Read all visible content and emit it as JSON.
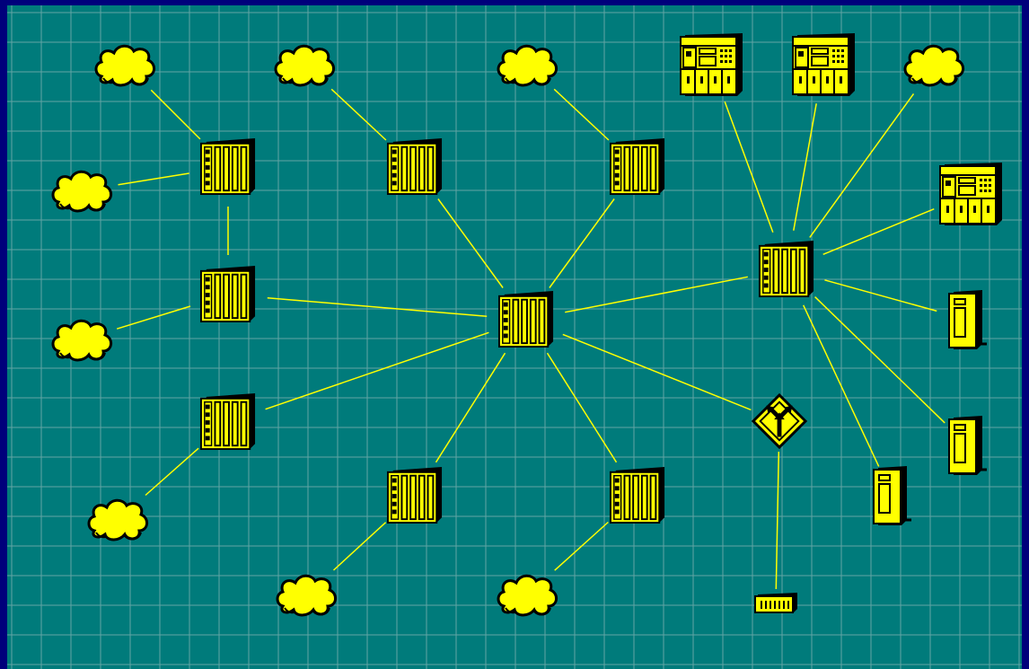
{
  "colors": {
    "frame": "#00007b",
    "background": "#007b7b",
    "grid": "#63a5a5",
    "link": "#ffff00",
    "icon_fill": "#ffff00",
    "icon_outline": "#000000"
  },
  "legend_icons": {
    "cloud": "cloud-network-icon",
    "hub": "hub-chassis-icon",
    "mainframe": "mainframe-cabinet-icon",
    "tower": "tower-server-icon",
    "router": "router-diamond-icon",
    "terminal": "small-terminal-icon"
  },
  "nodes": [
    {
      "id": "cloud-1",
      "type": "cloud"
    },
    {
      "id": "cloud-2",
      "type": "cloud"
    },
    {
      "id": "cloud-3",
      "type": "cloud"
    },
    {
      "id": "cloud-4",
      "type": "cloud"
    },
    {
      "id": "cloud-5",
      "type": "cloud"
    },
    {
      "id": "cloud-6",
      "type": "cloud"
    },
    {
      "id": "cloud-7",
      "type": "cloud"
    },
    {
      "id": "cloud-8",
      "type": "cloud"
    },
    {
      "id": "cloud-9",
      "type": "cloud"
    },
    {
      "id": "hub-1",
      "type": "hub"
    },
    {
      "id": "hub-2",
      "type": "hub"
    },
    {
      "id": "hub-3",
      "type": "hub"
    },
    {
      "id": "hub-4",
      "type": "hub"
    },
    {
      "id": "hub-5",
      "type": "hub"
    },
    {
      "id": "hub-6",
      "type": "hub"
    },
    {
      "id": "hub-7",
      "type": "hub"
    },
    {
      "id": "hub-8",
      "type": "hub"
    },
    {
      "id": "hub-9",
      "type": "hub"
    },
    {
      "id": "mainframe-1",
      "type": "mainframe"
    },
    {
      "id": "mainframe-2",
      "type": "mainframe"
    },
    {
      "id": "mainframe-3",
      "type": "mainframe"
    },
    {
      "id": "tower-1",
      "type": "tower"
    },
    {
      "id": "tower-2",
      "type": "tower"
    },
    {
      "id": "tower-3",
      "type": "tower"
    },
    {
      "id": "router-1",
      "type": "router"
    },
    {
      "id": "terminal-1",
      "type": "terminal"
    }
  ],
  "links": [
    [
      "cloud-1",
      "hub-1"
    ],
    [
      "cloud-4",
      "hub-1"
    ],
    [
      "hub-1",
      "hub-2"
    ],
    [
      "cloud-5",
      "hub-2"
    ],
    [
      "hub-2",
      "hub-5"
    ],
    [
      "hub-3",
      "hub-5"
    ],
    [
      "cloud-6",
      "hub-3"
    ],
    [
      "cloud-2",
      "hub-6"
    ],
    [
      "hub-6",
      "hub-5"
    ],
    [
      "cloud-3",
      "hub-7"
    ],
    [
      "hub-7",
      "hub-5"
    ],
    [
      "hub-5",
      "hub-8"
    ],
    [
      "hub-5",
      "hub-9"
    ],
    [
      "hub-5",
      "router-1"
    ],
    [
      "hub-5",
      "hub-4"
    ],
    [
      "cloud-8",
      "hub-8"
    ],
    [
      "cloud-9",
      "hub-9"
    ],
    [
      "mainframe-1",
      "hub-4"
    ],
    [
      "mainframe-2",
      "hub-4"
    ],
    [
      "cloud-7",
      "hub-4"
    ],
    [
      "mainframe-3",
      "hub-4"
    ],
    [
      "hub-4",
      "tower-1"
    ],
    [
      "hub-4",
      "tower-2"
    ],
    [
      "hub-4",
      "tower-3"
    ],
    [
      "router-1",
      "terminal-1"
    ]
  ]
}
